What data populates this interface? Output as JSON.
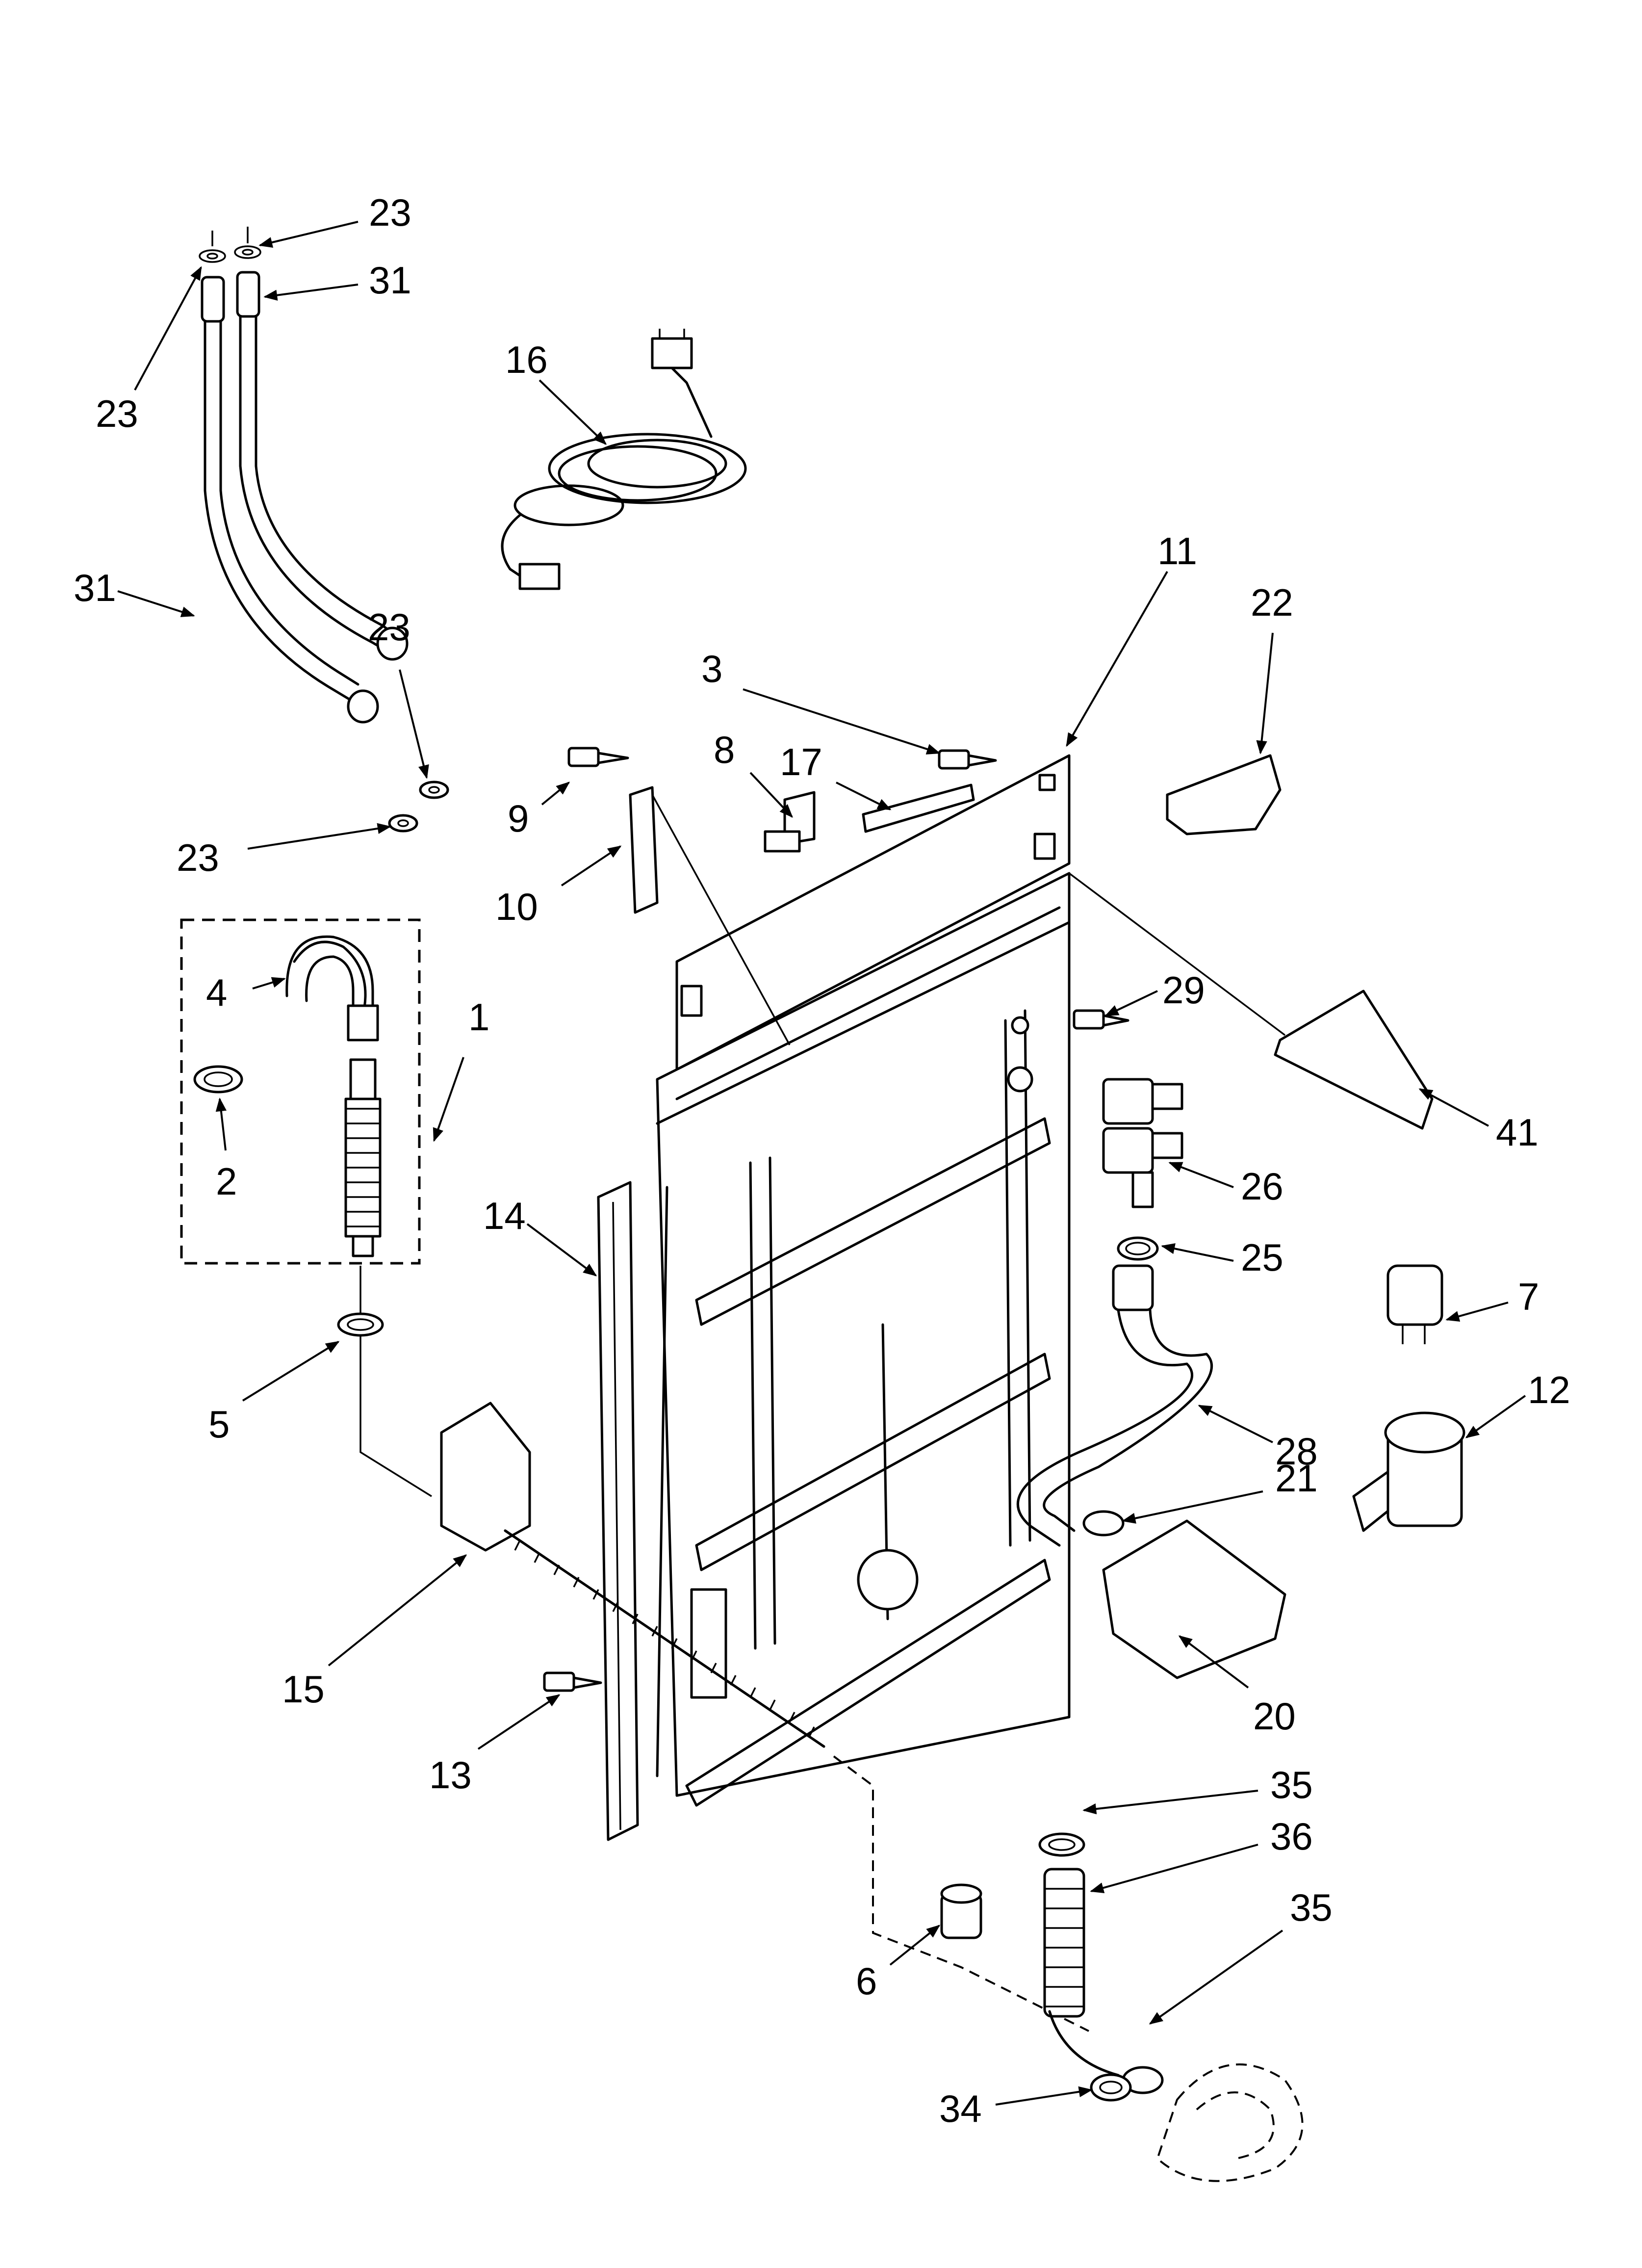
{
  "diagram": {
    "callouts": {
      "c23a": "23",
      "c31a": "31",
      "c23b": "23",
      "c16": "16",
      "c31b": "31",
      "c11": "11",
      "c22": "22",
      "c23c": "23",
      "c3": "3",
      "c8": "8",
      "c17": "17",
      "c9": "9",
      "c23d": "23",
      "c10": "10",
      "c4": "4",
      "c1": "1",
      "c29": "29",
      "c41": "41",
      "c2": "2",
      "c26": "26",
      "c14": "14",
      "c25": "25",
      "c7": "7",
      "c5": "5",
      "c12": "12",
      "c28": "28",
      "c21": "21",
      "c15": "15",
      "c20": "20",
      "c13": "13",
      "c35a": "35",
      "c36": "36",
      "c35b": "35",
      "c6": "6",
      "c34": "34"
    }
  }
}
